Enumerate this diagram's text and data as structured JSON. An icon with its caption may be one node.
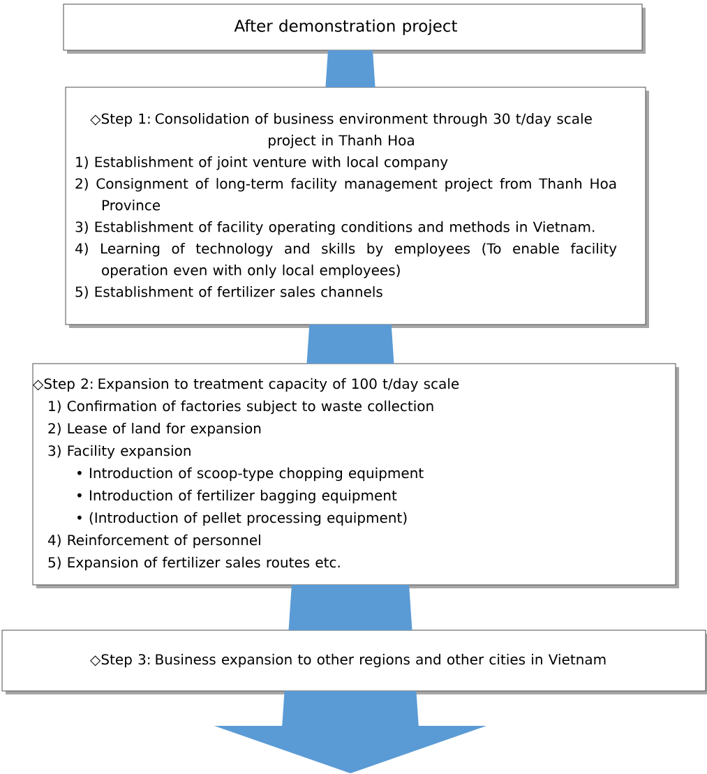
{
  "diagram": {
    "nodes": [
      {
        "text": [
          "After demonstration project"
        ]
      },
      {
        "text": [
          "◇Step 1: Consolidation of business environment through 30 t/day scale project in Thanh Hoa",
          "1) Establishment of joint venture with local company",
          "2) Consignment of long-term facility management project from Thanh Hoa Province",
          "3) Establishment of facility operating conditions and methods in Vietnam.",
          "4) Learning of technology and skills by employees (To enable facility operation even with only local employees)",
          "5) Establishment of fertilizer sales channels"
        ]
      },
      {
        "text": [
          "◇Step 2: Expansion to treatment capacity of 100 t/day scale",
          "1) Confirmation of factories subject to waste collection",
          "2) Lease of land for expansion",
          "3) Facility expansion",
          "• Introduction of scoop-type chopping equipment",
          "• Introduction of fertilizer bagging equipment",
          "• (Introduction of pellet processing equipment)",
          "4) Reinforcement of personnel",
          "5) Expansion of fertilizer sales routes etc."
        ]
      },
      {
        "text": [
          "◇Step 3: Business expansion to other regions and other cities in Vietnam"
        ]
      }
    ],
    "edges": [
      {
        "from": 0,
        "to": 1,
        "arrow": "none"
      },
      {
        "from": 1,
        "to": 2,
        "arrow": "none"
      },
      {
        "from": 2,
        "to": 3,
        "arrow": "none"
      },
      {
        "from": 3,
        "to": null,
        "arrow": "to"
      }
    ]
  }
}
